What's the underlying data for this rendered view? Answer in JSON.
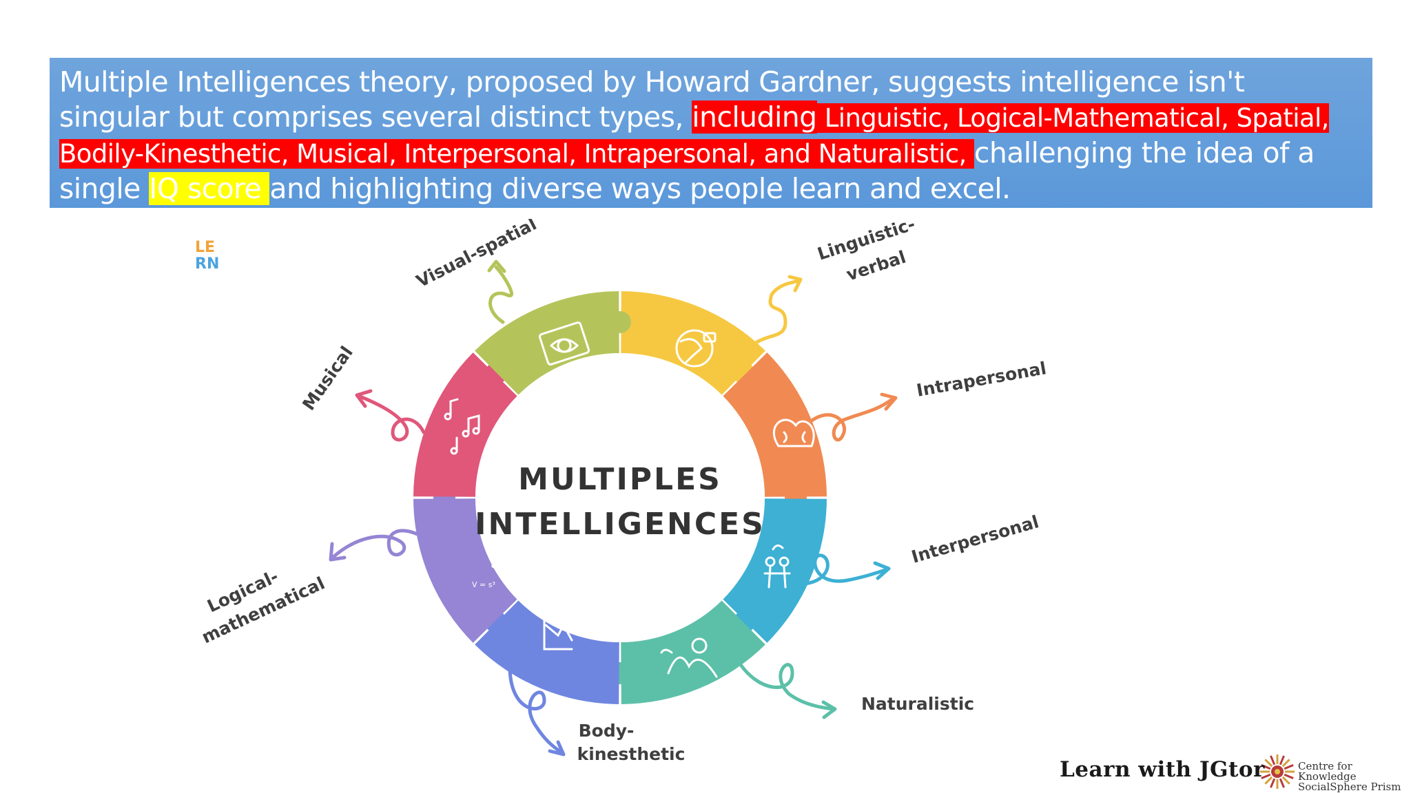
{
  "banner": {
    "part1": "Multiple Intelligences theory, proposed by Howard Gardner, suggests intelligence isn't singular but comprises several distinct types, ",
    "hl_including": "including",
    "hl_types": " Linguistic, Logical-Mathematical, Spatial, Bodily-Kinesthetic, Musical, Interpersonal, Intrapersonal, and Naturalistic, ",
    "part2": "challenging the idea of a single ",
    "hl_iq": "IQ score ",
    "part3": "and highlighting diverse ways people learn and excel."
  },
  "figure": {
    "center_line1": "MULTIPLES",
    "center_line2": "INTELLIGENCES",
    "labels": {
      "visual_spatial": "Visual-spatial",
      "linguistic_1": "Linguistic-",
      "linguistic_2": "verbal",
      "intrapersonal": "Intrapersonal",
      "interpersonal": "Interpersonal",
      "naturalistic": "Naturalistic",
      "body_1": "Body-",
      "body_2": "kinesthetic",
      "logical_1": "Logical-",
      "logical_2": "mathematical",
      "musical": "Musical"
    },
    "logic_formula": "V = s³",
    "colors": {
      "linguistic": "#f6c842",
      "intrapersonal": "#f08a52",
      "interpersonal": "#3db0d4",
      "naturalistic": "#5cc0a8",
      "bodily": "#6f86e0",
      "logical": "#9585d4",
      "musical": "#e0577a",
      "visual": "#b5c45a"
    }
  },
  "lern_logo": {
    "line1": "LE",
    "line2": "RN"
  },
  "footer": {
    "brand": "Learn with JGtor",
    "org_line1": "Centre for Knowledge",
    "org_line2": "SocialSphere Prism"
  }
}
